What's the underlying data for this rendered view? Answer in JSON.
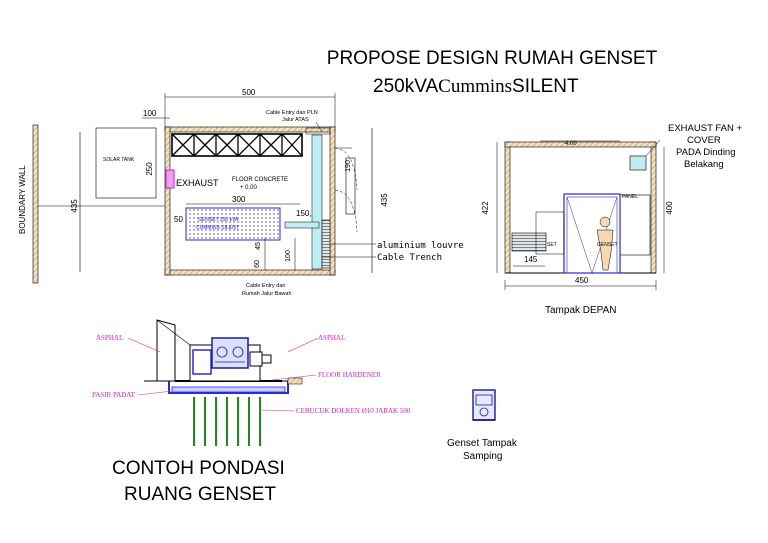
{
  "title": {
    "line1": "PROPOSE DESIGN RUMAH GENSET",
    "line2_a": "250kVA",
    "line2_b": "Cummins",
    "line2_c": "SILENT"
  },
  "plan": {
    "boundary_wall": "BOUNDARY WALL",
    "dim_500": "500",
    "dim_100": "100",
    "dim_250": "250",
    "dim_435_left": "435",
    "dim_435_right": "435",
    "dim_190": "190",
    "dim_300": "300",
    "dim_50": "50",
    "dim_150_06": "150,06",
    "dim_60": "60",
    "dim_45": "45",
    "dim_100b": "100",
    "solar_tank": "SOLAR TANK",
    "exhaust": "EXHAUST",
    "floor_concrete": "FLOOR CONCRETE",
    "floor_level": "+ 0.00",
    "genset_label_1": "GENSET 250 kVA",
    "genset_label_2": "CUMMINS SILENT",
    "cable_entry_top_1": "Cable Entry dan PLN",
    "cable_entry_top_2": "Jalur ATAS",
    "cable_entry_bottom_1": "Cable Entry dan",
    "cable_entry_bottom_2": "Rumah Jalur Bawah",
    "aluminium_louvre": "aluminium louvre",
    "cable_trench": "Cable Trench"
  },
  "elevation": {
    "exhaust_note_1": "EXHAUST FAN +",
    "exhaust_note_2": "COVER",
    "exhaust_note_3": "PADA Dinding",
    "exhaust_note_4": "Belakang",
    "dim_400_top": "4.00",
    "dim_422": "422",
    "dim_400_right": "400",
    "dim_145": "145",
    "dim_450": "450",
    "panel": "PANEL",
    "set_label": "SET",
    "genset_label": "GENSET",
    "caption": "Tampak DEPAN"
  },
  "foundation": {
    "asphal_left": "ASPHAL",
    "asphal_right": "ASPHAL",
    "floor_hardener": "FLOOR HARDENER",
    "pasir_padat": "PASIR PADAT",
    "cerucuk": "CERUCUK DOLKEN Ø10 JARAK 500",
    "caption_1": "CONTOH PONDASI",
    "caption_2": "RUANG GENSET"
  },
  "side_view": {
    "caption_1": "Genset Tampak",
    "caption_2": "Samping"
  },
  "colors": {
    "line": "#000000",
    "magenta": "#d21ed2",
    "blue": "#2a2ad0",
    "cyan": "#7fd8e0",
    "wall_hatch": "#c8a060",
    "grey": "#888888"
  }
}
